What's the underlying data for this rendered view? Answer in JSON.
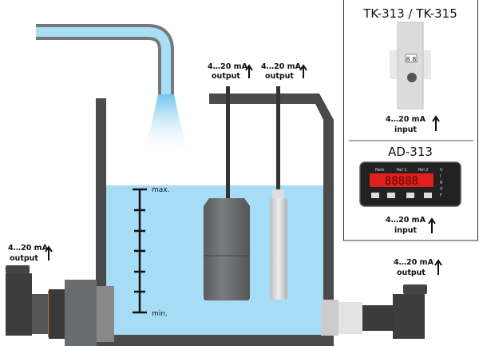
{
  "sensors": {
    "float_sensor": {
      "range": "4…20 mA",
      "signal": "output"
    },
    "probe_sensor": {
      "range": "4…20 mA",
      "signal": "output"
    },
    "left_pressure_sensor": {
      "range": "4…20 mA",
      "signal": "output"
    },
    "right_pressure_sensor": {
      "range": "4…20 mA",
      "signal": "output"
    }
  },
  "scale": {
    "max_label": "max.",
    "min_label": "min.",
    "tick_count": 7
  },
  "devices": [
    {
      "title": "TK-313 / TK-315",
      "range": "4…20 mA",
      "signal": "input",
      "display": "8.8"
    },
    {
      "title": "AD-313",
      "range": "4…20 mA",
      "signal": "input",
      "display": "88888",
      "leds": [
        "Netz",
        "Rel 1",
        "Rel 2"
      ],
      "side_leds": [
        "U",
        "I",
        "R",
        "V",
        "F"
      ]
    }
  ],
  "colors": {
    "water": "#a6dcf5",
    "wall": "#4a4a4a",
    "display": "#e0201c"
  }
}
